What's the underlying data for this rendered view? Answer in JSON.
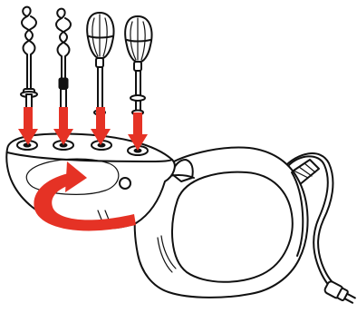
{
  "diagram": {
    "colors": {
      "arrow": "#e53225",
      "outline": "#111111",
      "fill": "#ffffff"
    },
    "parts": {
      "dough_hooks": 2,
      "beaters": 2,
      "insert_arrows": 4
    },
    "icons": [
      "dough-hook-icon",
      "beater-icon",
      "down-arrow-icon",
      "rotate-arrow-icon",
      "hand-mixer-icon",
      "power-plug-icon"
    ]
  }
}
